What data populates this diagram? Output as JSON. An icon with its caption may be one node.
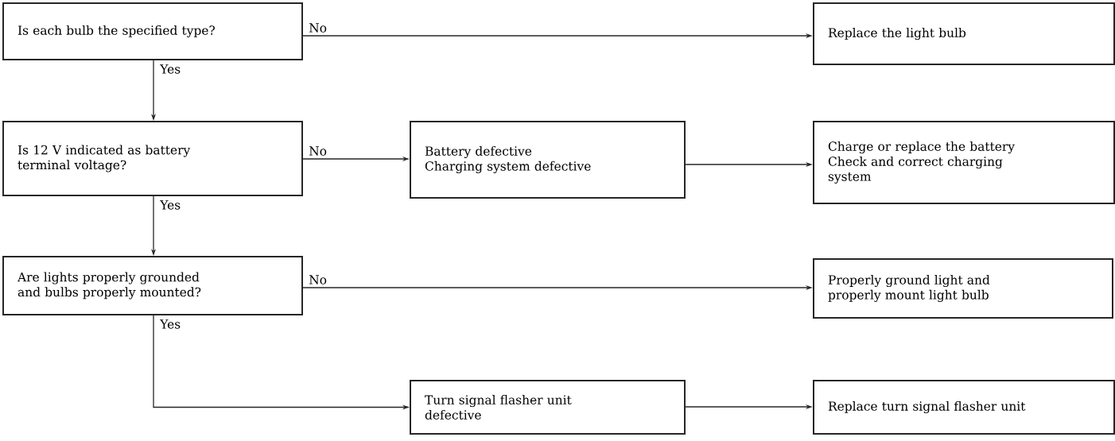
{
  "diagram": {
    "nodes": [
      {
        "text": [
          "Is each bulb the specified type?"
        ]
      },
      {
        "text": [
          "Replace the light bulb"
        ]
      },
      {
        "text": [
          "Is 12 V indicated as battery terminal voltage?"
        ]
      },
      {
        "text": [
          "Battery defective",
          "Charging system defective"
        ]
      },
      {
        "text": [
          "Charge or replace the battery",
          "Check and correct charging system"
        ]
      },
      {
        "text": [
          "Are lights properly grounded and bulbs properly mounted?"
        ]
      },
      {
        "text": [
          "Properly ground light and properly mount light bulb"
        ]
      },
      {
        "text": [
          "Turn signal flasher unit defective"
        ]
      },
      {
        "text": [
          "Replace turn signal flasher unit"
        ]
      }
    ],
    "edges": [
      {
        "from": 0,
        "to": 1,
        "arrow": "to",
        "label": "No"
      },
      {
        "from": 0,
        "to": 2,
        "arrow": "to",
        "label": "Yes"
      },
      {
        "from": 2,
        "to": 3,
        "arrow": "to",
        "label": "No"
      },
      {
        "from": 3,
        "to": 4,
        "arrow": "to"
      },
      {
        "from": 2,
        "to": 5,
        "arrow": "to",
        "label": "Yes"
      },
      {
        "from": 5,
        "to": 6,
        "arrow": "to",
        "label": "No"
      },
      {
        "from": 5,
        "to": 7,
        "arrow": "to",
        "label": "Yes"
      },
      {
        "from": 7,
        "to": 8,
        "arrow": "to"
      }
    ]
  }
}
